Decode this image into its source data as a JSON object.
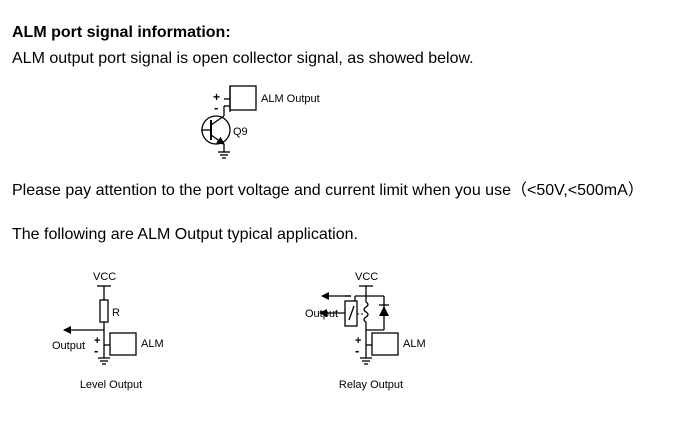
{
  "heading": "ALM port signal information:",
  "intro": "ALM output port signal is open collector signal, as showed below.",
  "limit_note": "Please pay attention to the port voltage and current limit when you use（<50V,<500mA）",
  "typical_intro": "The following are ALM Output typical application.",
  "diagram_open_collector": {
    "plus": "+",
    "minus": "-",
    "output_label": "ALM Output",
    "transistor_label": "Q9"
  },
  "diagram_level": {
    "vcc": "VCC",
    "resistor": "R",
    "output": "Output",
    "plus": "+",
    "minus": "-",
    "alm": "ALM",
    "caption": "Level Output"
  },
  "diagram_relay": {
    "vcc": "VCC",
    "output": "Output",
    "plus": "+",
    "minus": "-",
    "alm": "ALM",
    "caption": "Relay Output"
  }
}
